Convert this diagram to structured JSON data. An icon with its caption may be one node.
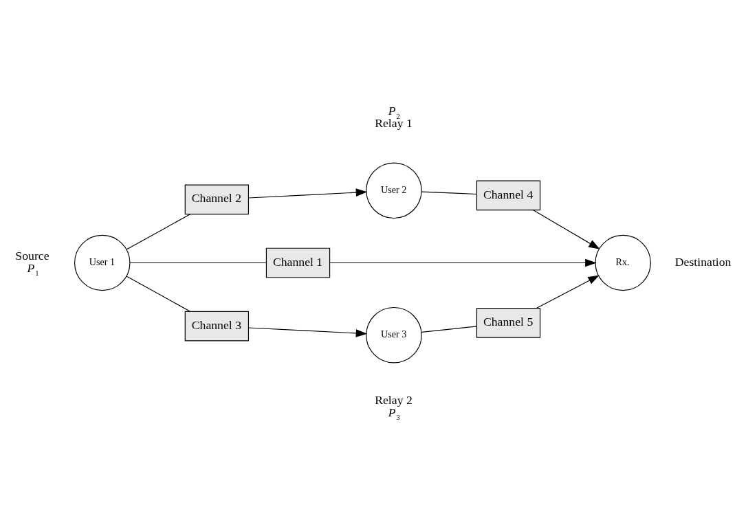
{
  "diagram": {
    "nodes": [
      {
        "text": [
          "User 1"
        ],
        "beside": [
          "Source",
          "*P*$_{1}$"
        ]
      },
      {
        "text": [
          "Channel 2"
        ]
      },
      {
        "text": [
          "Channel 1"
        ]
      },
      {
        "text": [
          "Channel 3"
        ]
      },
      {
        "text": [
          "User 2"
        ],
        "beside": [
          "*P*$_{2}$",
          "Relay 1"
        ]
      },
      {
        "text": [
          "User 3"
        ],
        "beside": [
          "Relay 2",
          "*P*$_{3}$"
        ]
      },
      {
        "text": [
          "Channel 4"
        ]
      },
      {
        "text": [
          "Channel 5"
        ]
      },
      {
        "text": [
          "Rx."
        ],
        "beside": [
          "Destination"
        ]
      }
    ],
    "edges": [
      {
        "from": 0,
        "to": 1,
        "arrow": "none"
      },
      {
        "from": 1,
        "to": 4,
        "arrow": "to"
      },
      {
        "from": 4,
        "to": 6,
        "arrow": "none"
      },
      {
        "from": 6,
        "to": 8,
        "arrow": "to"
      },
      {
        "from": 0,
        "to": 2,
        "arrow": "none"
      },
      {
        "from": 2,
        "to": 8,
        "arrow": "to"
      },
      {
        "from": 0,
        "to": 3,
        "arrow": "none"
      },
      {
        "from": 3,
        "to": 5,
        "arrow": "to"
      },
      {
        "from": 5,
        "to": 7,
        "arrow": "none"
      },
      {
        "from": 7,
        "to": 8,
        "arrow": "to"
      }
    ]
  }
}
